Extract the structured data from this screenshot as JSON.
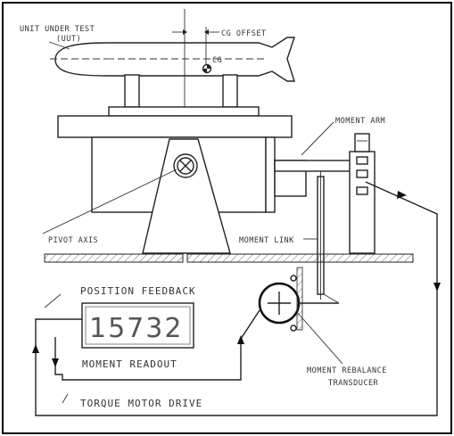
{
  "labels": {
    "uut": "UNIT UNDER TEST",
    "uut_abbr": "(UUT)",
    "cg_offset": "CG OFFSET",
    "cg": "CG",
    "moment_arm": "MOMENT ARM",
    "pivot_axis": "PIVOT AXIS",
    "moment_link": "MOMENT LINK",
    "position_feedback": "POSITION FEEDBACK",
    "moment_readout": "MOMENT READOUT",
    "moment_rebalance": "MOMENT REBALANCE",
    "transducer": "TRANSDUCER",
    "torque_motor_drive": "TORQUE MOTOR DRIVE"
  },
  "readout": {
    "value": "15732"
  },
  "colors": {
    "line": "#222222",
    "background": "#ffffff",
    "border": "#000000"
  }
}
